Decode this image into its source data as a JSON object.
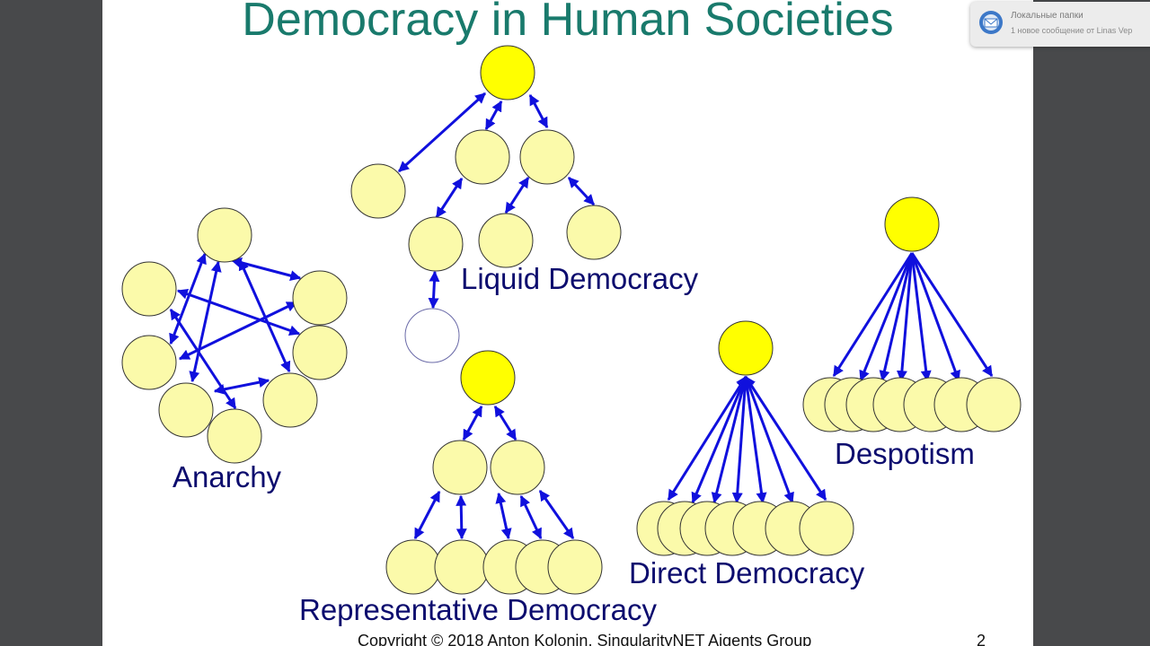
{
  "slide": {
    "title": "Democracy in Human Societies",
    "labels": {
      "liquid": "Liquid Democracy",
      "anarchy": "Anarchy",
      "representative": "Representative Democracy",
      "direct": "Direct Democracy",
      "despotism": "Despotism"
    },
    "footer": "Copyright © 2018 Anton Kolonin, SingularityNET Aigents Group",
    "page_number": "2"
  },
  "notification": {
    "title": "Локальные папки",
    "message": "1 новое сообщение от Linas Vep"
  },
  "colors": {
    "title": "#197a6c",
    "label": "#0c0c6e",
    "arrow": "#1010dd",
    "node_leader": "#ffff00",
    "node_member": "#fbfaaa",
    "node_outline": "#333333"
  }
}
